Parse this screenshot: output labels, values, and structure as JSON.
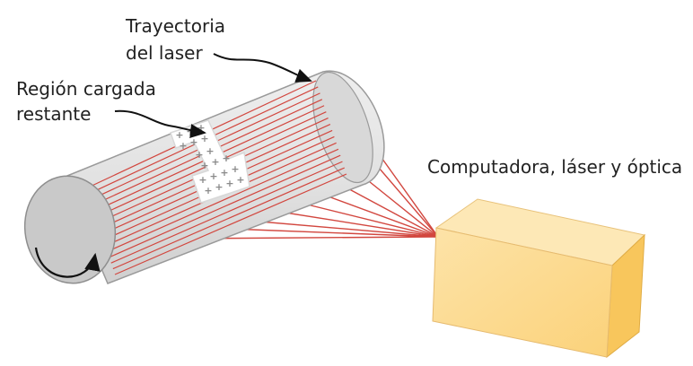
{
  "labels": {
    "laser_path_line1": "Trayectoria",
    "laser_path_line2": "del laser",
    "charged_region_line1": "Región cargada",
    "charged_region_line2": "restante",
    "computer": "Computadora, láser y óptica"
  },
  "colors": {
    "laser": "#d2473f",
    "drum_body": "#dcdcdc",
    "drum_end": "#cfcfcf",
    "box_front": "#fcd88a",
    "box_top": "#fde7b3",
    "box_side": "#f9c75e",
    "charge_marks": "#8a8a8a"
  },
  "icons": {
    "rotation": "curved-rotation-arrow-icon",
    "charge": "plus-sign-icon"
  }
}
